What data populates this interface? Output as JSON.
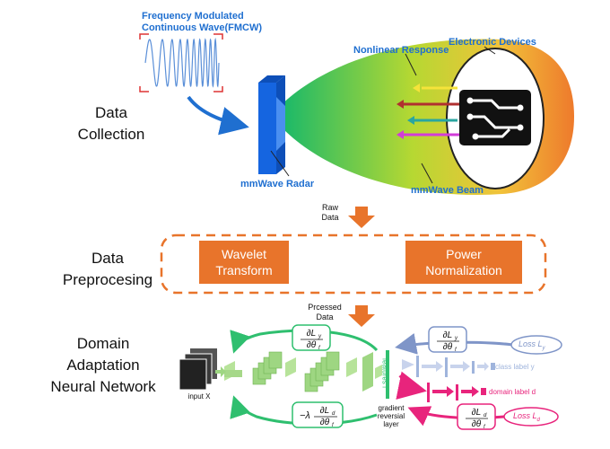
{
  "stages": {
    "collection": "Data\nCollection",
    "preprocessing": "Data\nPreprocesing",
    "domain_adaptation": "Domain\nAdaptation\nNeural Network"
  },
  "collection": {
    "fmcw_label": "Frequency Modulated\nContinuous Wave(FMCW)",
    "nonlinear_response": "Nonlinear Response",
    "electronic_devices": "Electronic Devices",
    "radar_label": "mmWave Radar",
    "beam_label": "mmWave Beam"
  },
  "preprocessing": {
    "raw_data": "Raw\nData",
    "wavelet": "Wavelet\nTransform",
    "power": "Power\nNormalization",
    "processed_data": "Prcessed\nData"
  },
  "network": {
    "input_label": "input X",
    "features_label": "features f",
    "class_label": "class label y",
    "domain_label": "domain label d",
    "grl_label": "gradient\nreversial\nlayer",
    "loss_y": "Loss L",
    "loss_y_sub": "y",
    "loss_d": "Loss L",
    "loss_d_sub": "d"
  },
  "colors": {
    "orange": "#e8742b",
    "blue_text": "#1f6fd0",
    "radar_blue": "#1565e0",
    "green": "#2fbf6f",
    "magenta": "#e8247c",
    "light_blue": "#9fb4dc"
  }
}
